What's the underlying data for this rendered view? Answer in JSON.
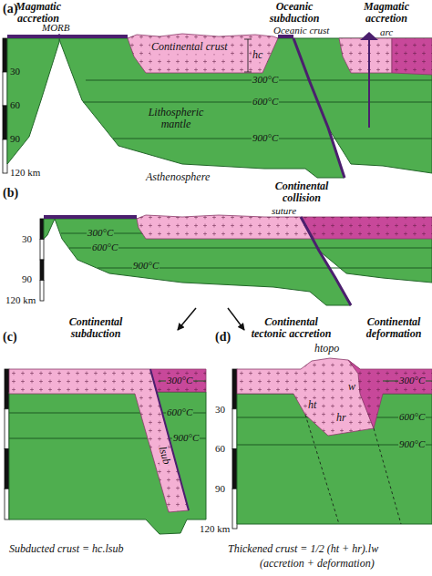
{
  "diagram": {
    "labels": [
      "(a)",
      "Magmatic accretion",
      "MORB",
      "Continental crust",
      "Oceanic subduction",
      "Magmatic accretion",
      "arc",
      "Oceanic crust",
      "hc",
      "30",
      "60",
      "90",
      "120 km",
      "300°C",
      "600°C",
      "900°C",
      "Lithospheric mantle",
      "Asthenosphere",
      "(b)",
      "Continental collision",
      "suture",
      "30",
      "300°C",
      "600°C",
      "900°C",
      "90",
      "120 km",
      "(c)",
      "Continental subduction",
      "300°C",
      "600°C",
      "900°C",
      "lsub",
      "(d)",
      "Continental tectonic accretion",
      "htopo",
      "Continental deformation",
      "30",
      "60",
      "90",
      "120 km",
      "300°C",
      "ht",
      "w",
      "hr",
      "600°C",
      "900°C",
      "Subducted crust = hc.lsub",
      "Thickened crust = 1/2 (ht + hr).lw",
      "(accretion + deformation)"
    ]
  }
}
